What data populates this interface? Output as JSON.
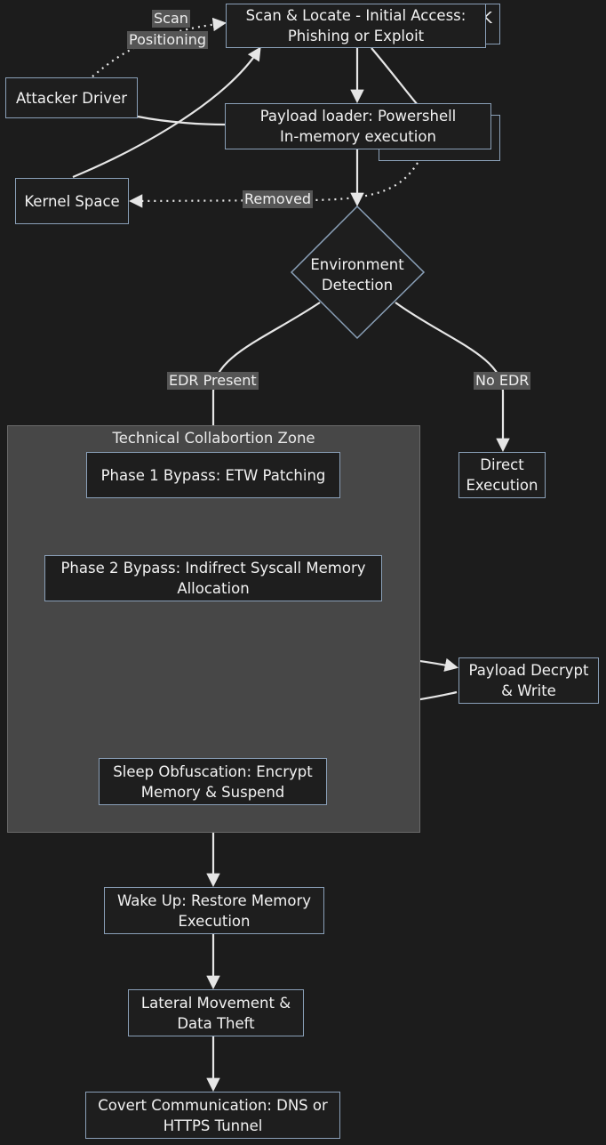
{
  "zone": {
    "title": "Technical Collabortion Zone"
  },
  "nodes": {
    "scan": "Scan & Locate -  Initial Access:\nPhishing or Exploit",
    "attacker": "Attacker Driver",
    "payload_loader": "Payload loader: Powershell\nIn-memory execution",
    "kernel": "Kernel Space",
    "environment": "Environment\nDetection",
    "phase1": "Phase 1 Bypass:  ETW Patching",
    "phase2": "Phase 2 Bypass:  Indifrect Syscall Memory\nAllocation",
    "direct": "Direct\nExecution",
    "payload_decrypt": "Payload Decrypt\n& Write",
    "sleep": "Sleep Obfuscation:  Encrypt\nMemory & Suspend",
    "wake": "Wake Up: Restore Memory\nExecution",
    "lateral": "Lateral Movement &\nData Theft",
    "covert": "Covert Communication: DNS or\nHTTPS Tunnel"
  },
  "edge_labels": {
    "scan": "Scan",
    "positioning": "Positioning",
    "removed": "Removed",
    "edr_present": "EDR Present",
    "no_edr": "No EDR"
  },
  "colors": {
    "background": "#1c1c1c",
    "node_border": "#8aa0b8",
    "zone_fill": "#474747",
    "edge": "#e6e6e6"
  }
}
